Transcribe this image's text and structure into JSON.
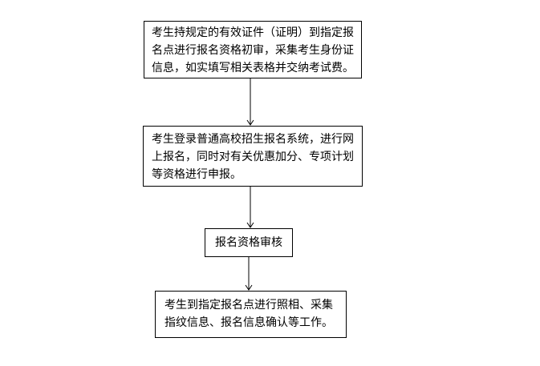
{
  "flowchart": {
    "colors": {
      "background": "#ffffff",
      "border": "#000000",
      "text": "#000000"
    },
    "nodes": [
      {
        "lines": [
          "考生持规定的有效证件（证明）到指定报",
          "名点进行报名资格初审，采集考生身份证",
          "信息，如实填写相关表格并交纳考试费。"
        ]
      },
      {
        "lines": [
          "考生登录普通高校招生报名系统，进行网",
          "上报名，同时对有关优惠加分、专项计划",
          "等资格进行申报。"
        ]
      },
      {
        "lines": [
          "报名资格审核"
        ]
      },
      {
        "lines": [
          "考生到指定报名点进行照相、采集",
          "指纹信息、报名信息确认等工作。"
        ]
      }
    ]
  }
}
